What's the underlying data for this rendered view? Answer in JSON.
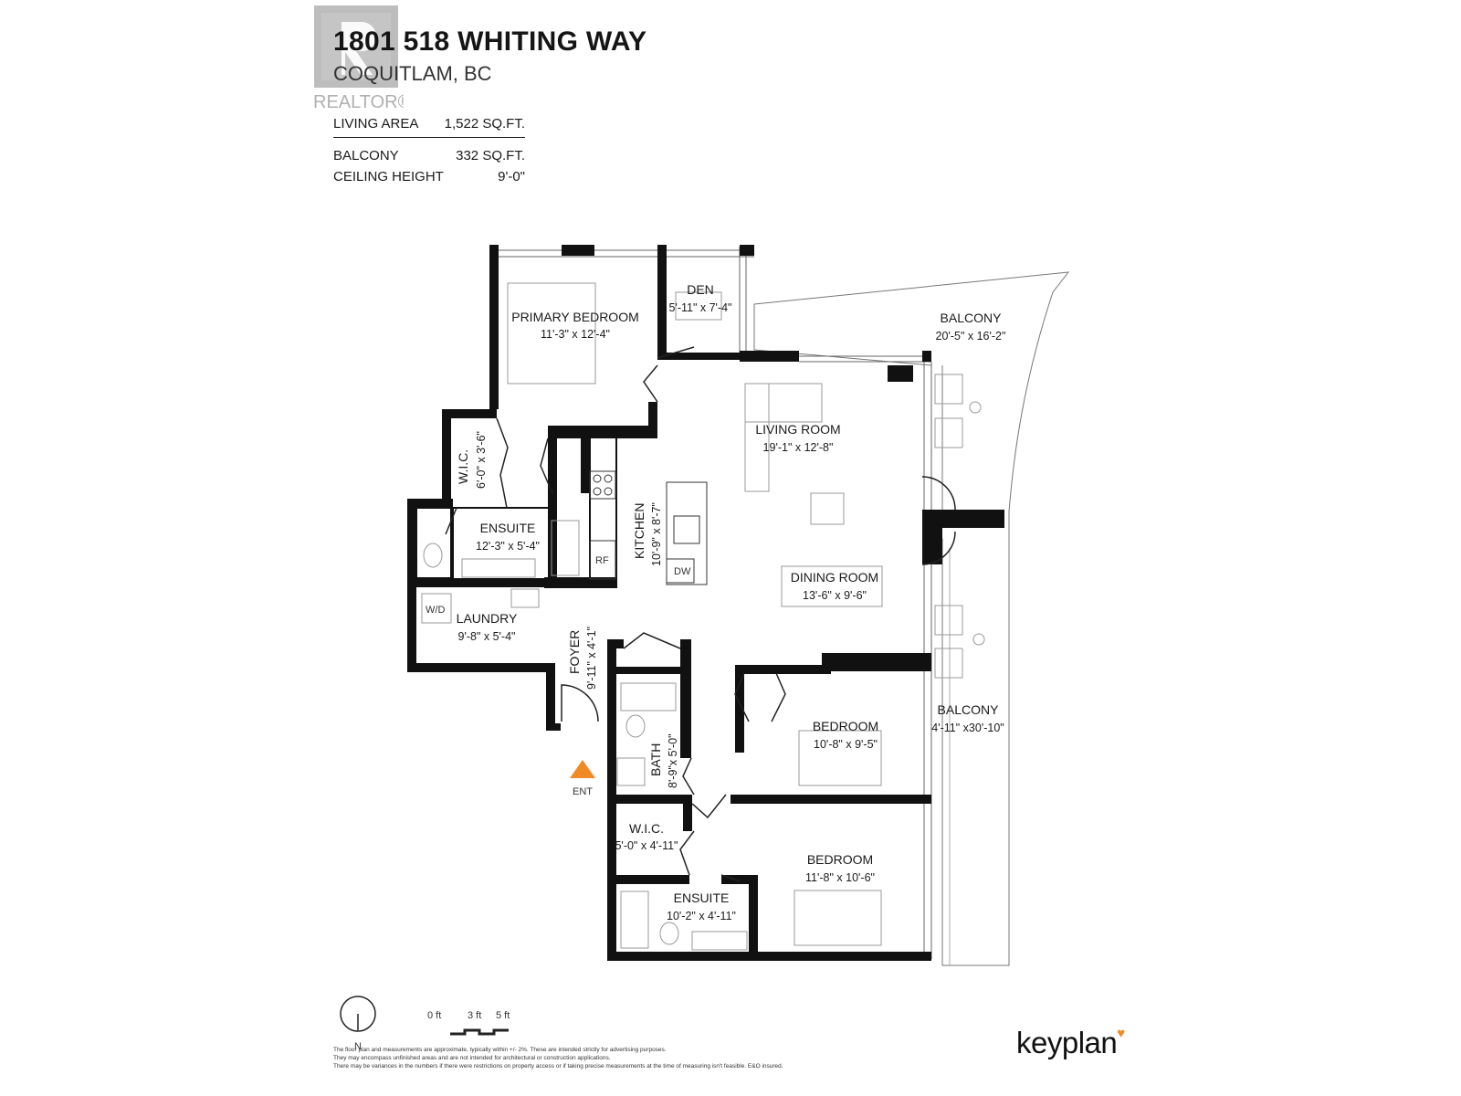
{
  "header": {
    "title": "1801 518 WHITING WAY",
    "subtitle": "COQUITLAM, BC",
    "logo_text": "REALTOR®"
  },
  "specs": [
    {
      "label": "LIVING AREA",
      "value": "1,522 SQ.FT."
    },
    {
      "label": "BALCONY",
      "value": "332 SQ.FT."
    },
    {
      "label": "CEILING HEIGHT",
      "value": "9'-0\""
    }
  ],
  "rooms": {
    "primary_bedroom": {
      "name": "PRIMARY BEDROOM",
      "dims": "11'-3\"  x  12'-4\""
    },
    "den": {
      "name": "DEN",
      "dims": "5'-11\"  x  7'-4\""
    },
    "balcony_top": {
      "name": "BALCONY",
      "dims": "20'-5\"  x  16'-2\""
    },
    "living_room": {
      "name": "LIVING ROOM",
      "dims": "19'-1\"  x  12'-8\""
    },
    "wic_primary": {
      "name": "W.I.C.",
      "dims": "6'-0\" x 3'-6\""
    },
    "ensuite_primary": {
      "name": "ENSUITE",
      "dims": "12'-3\"  x  5'-4\""
    },
    "kitchen": {
      "name": "KITCHEN",
      "dims": "10'-9\" x 8'-7\""
    },
    "dining_room": {
      "name": "DINING ROOM",
      "dims": "13'-6\"  x  9'-6\""
    },
    "laundry": {
      "name": "LAUNDRY",
      "dims": "9'-8\"  x  5'-4\""
    },
    "foyer": {
      "name": "FOYER",
      "dims": "9'-11\" x 4'-1\""
    },
    "bath": {
      "name": "BATH",
      "dims": "8'-9\"x 5'-0\""
    },
    "bedroom_2": {
      "name": "BEDROOM",
      "dims": "10'-8\"  x  9'-5\""
    },
    "balcony_side": {
      "name": "BALCONY",
      "dims": "4'-11\" x30'-10\""
    },
    "wic_2": {
      "name": "W.I.C.",
      "dims": "5'-0\" x 4'-11\""
    },
    "bedroom_3": {
      "name": "BEDROOM",
      "dims": "11'-8\"  x  10'-6\""
    },
    "ensuite_2": {
      "name": "ENSUITE",
      "dims": "10'-2\"  x  4'-11\""
    }
  },
  "fixtures": {
    "washer_dryer": "W/D",
    "fridge": "RF",
    "dishwasher": "DW",
    "entry": "ENT"
  },
  "legend": {
    "north": "N",
    "scale": [
      "0 ft",
      "3 ft",
      "5 ft"
    ]
  },
  "disclaimer": [
    "The floor plan and measurements are approximate, typically within +/- 2%. These are intended strictly for advertising purposes.",
    "They may encompass unfinished areas and are not intended for architectural or construction applications.",
    "There may be variances in the numbers if there were restrictions on property access or if taking precise measurements at the time of measuring isn't feasible. E&O insured."
  ],
  "brand": {
    "name": "keyplan",
    "mark": "♥"
  },
  "colors": {
    "wall": "#111111",
    "accent": "#f08a24",
    "logo": "#b8b8b8"
  }
}
